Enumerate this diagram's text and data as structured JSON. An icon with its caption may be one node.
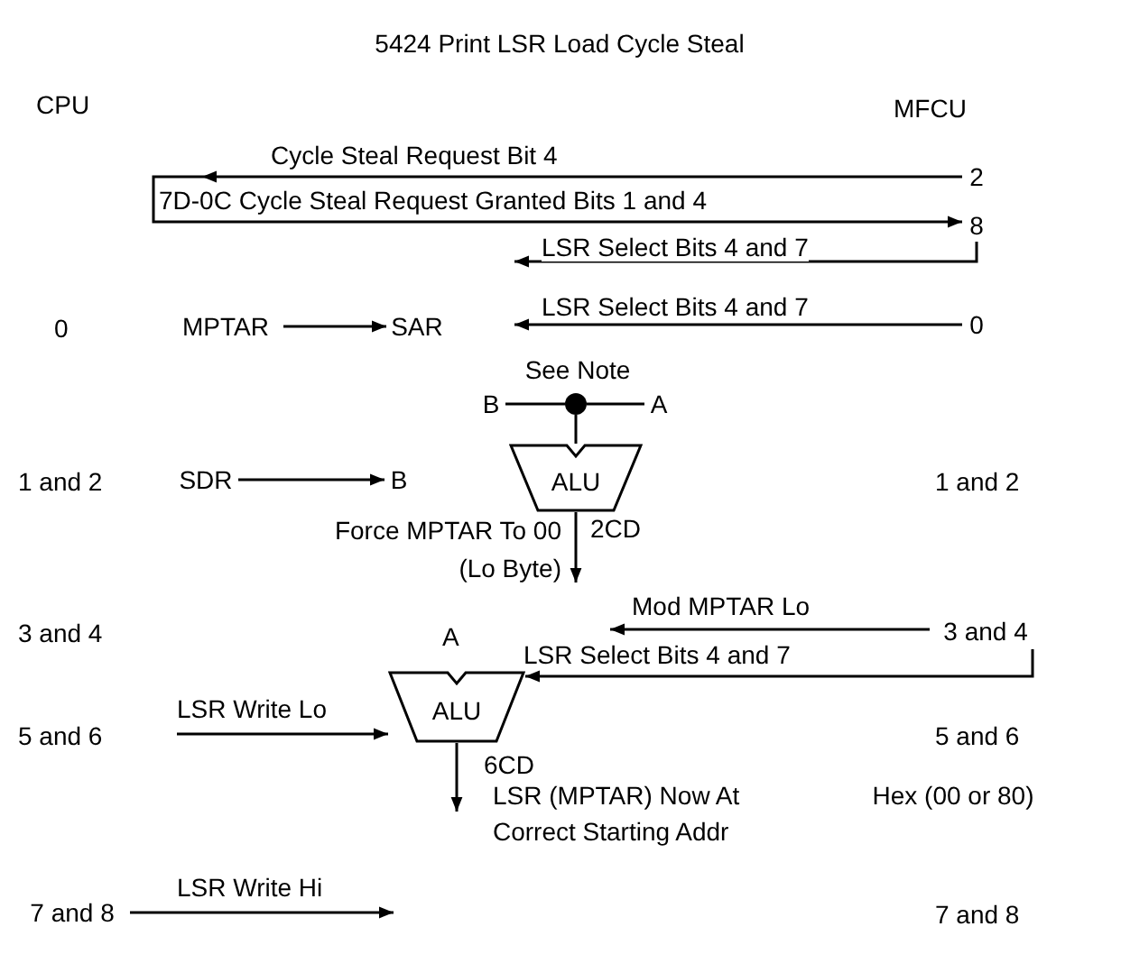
{
  "diagram": {
    "title": "5424 Print LSR Load Cycle Steal",
    "nodes": [
      {
        "text": [
          "2"
        ]
      },
      {
        "text": [
          "8"
        ]
      },
      {
        "text": [
          "MPTAR"
        ]
      },
      {
        "text": [
          "SAR"
        ]
      },
      {
        "text": [
          "0"
        ]
      },
      {
        "text": [
          "B"
        ]
      },
      {
        "text": [],
        "shape": "circle"
      },
      {
        "text": [
          "A"
        ]
      },
      {
        "text": [
          "ALU"
        ]
      },
      {
        "text": [
          "SDR"
        ]
      },
      {
        "text": [
          "B"
        ]
      },
      {
        "text": [
          "3 and 4"
        ]
      },
      {
        "text": [
          "ALU"
        ]
      },
      {
        "text": [
          "7 and 8"
        ]
      }
    ],
    "edges": [
      {
        "from": 0,
        "to": null,
        "arrow": "to",
        "label": "Cycle Steal Request Bit 4"
      },
      {
        "from": null,
        "to": 1,
        "arrow": "to",
        "label": "7D-0C Cycle Steal Request Granted Bits 1 and 4"
      },
      {
        "from": 1,
        "to": null,
        "arrow": "to",
        "label": "LSR Select Bits 4 and 7"
      },
      {
        "from": 4,
        "to": null,
        "arrow": "to",
        "label": "LSR Select Bits 4 and 7"
      },
      {
        "from": 2,
        "to": 3,
        "arrow": "to"
      },
      {
        "from": 6,
        "to": 5,
        "arrow": "none"
      },
      {
        "from": 6,
        "to": 7,
        "arrow": "none"
      },
      {
        "from": 6,
        "to": 8,
        "arrow": "none"
      },
      {
        "from": 9,
        "to": 10,
        "arrow": "to"
      },
      {
        "from": 8,
        "to": null,
        "arrow": "to",
        "label": "Force MPTAR To 00 (Lo Byte)"
      },
      {
        "from": 11,
        "to": null,
        "arrow": "to",
        "label": "Mod MPTAR Lo"
      },
      {
        "from": 11,
        "to": 12,
        "arrow": "to",
        "label": "LSR Select Bits 4 and 7"
      },
      {
        "from": null,
        "to": 12,
        "arrow": "to",
        "label": "LSR Write Lo"
      },
      {
        "from": 12,
        "to": null,
        "arrow": "to",
        "label": "6CD"
      },
      {
        "from": 13,
        "to": null,
        "arrow": "to",
        "label": "LSR Write Hi"
      }
    ],
    "labels": [
      "CPU",
      "MFCU",
      "0",
      "See Note",
      "1 and 2",
      "1 and 2",
      "2CD",
      "3 and 4",
      "A",
      "5 and 6",
      "5 and 6",
      "LSR (MPTAR) Now At Correct Starting Addr",
      "Hex (00 or 80)",
      "7 and 8"
    ]
  }
}
